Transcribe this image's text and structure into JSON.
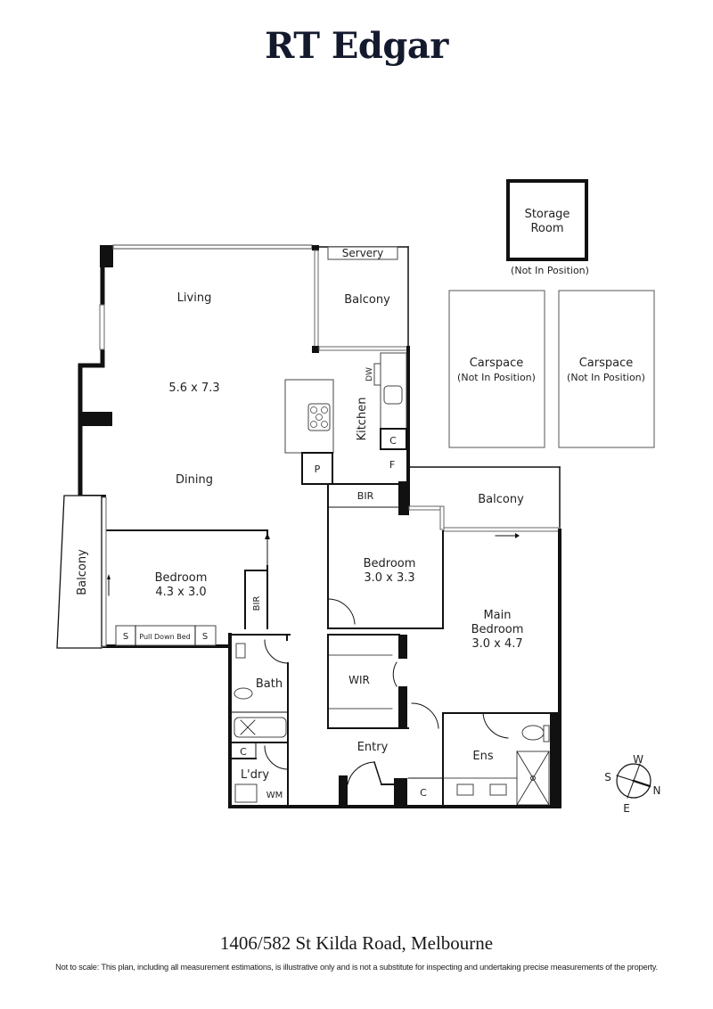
{
  "header": {
    "brand": "RT Edgar"
  },
  "plan": {
    "rooms": {
      "living": "Living",
      "living_dims": "5.6 x 7.3",
      "dining": "Dining",
      "servery": "Servery",
      "balcony_top": "Balcony",
      "kitchen": "Kitchen",
      "dw": "DW",
      "kitchen_c": "C",
      "kitchen_f": "F",
      "pantry": "P",
      "bir_top": "BIR",
      "balcony_right": "Balcony",
      "balcony_left": "Balcony",
      "bedroom2": "Bedroom",
      "bedroom2_dims": "4.3 x 3.0",
      "bir_left": "BIR",
      "s_left": "S",
      "pull_down_bed": "Pull Down Bed",
      "s_right": "S",
      "bedroom3": "Bedroom",
      "bedroom3_dims": "3.0 x 3.3",
      "main_bedroom_line1": "Main",
      "main_bedroom_line2": "Bedroom",
      "main_bedroom_dims": "3.0 x 4.7",
      "bath": "Bath",
      "wir": "WIR",
      "entry": "Entry",
      "ldry": "L'dry",
      "ldry_c": "C",
      "wm": "WM",
      "entry_c": "C",
      "ens": "Ens"
    },
    "outbuildings": {
      "storage_line1": "Storage",
      "storage_line2": "Room",
      "storage_note": "(Not In Position)",
      "carspace1": "Carspace",
      "carspace1_note": "(Not In Position)",
      "carspace2": "Carspace",
      "carspace2_note": "(Not In Position)"
    },
    "compass": {
      "w": "W",
      "s": "S",
      "n": "N",
      "e": "E"
    }
  },
  "footer": {
    "address": "1406/582 St Kilda Road, Melbourne",
    "disclaimer": "Not to scale: This plan, including all measurement estimations, is illustrative only and is not a substitute for inspecting and undertaking precise measurements of the property."
  }
}
